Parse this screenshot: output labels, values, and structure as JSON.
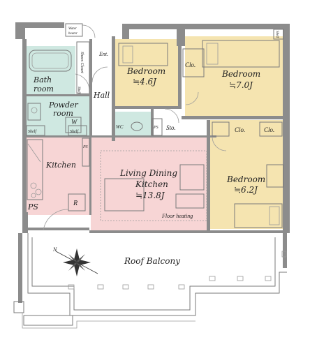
{
  "rooms": {
    "bedroom_1": {
      "name": "Bedroom",
      "size": "≒4.6J"
    },
    "bedroom_2": {
      "name": "Bedroom",
      "size": "≒7.0J"
    },
    "bedroom_3": {
      "name": "Bedroom",
      "size": "≒6.2J"
    },
    "ldk": {
      "name_line1": "Living Dining",
      "name_line2": "Kitchen",
      "size": "≒13.8J"
    },
    "bath": {
      "line1": "Bath",
      "line2": "room"
    },
    "powder": {
      "line1": "Powder",
      "line2": "room"
    },
    "kitchen": "Kitchen",
    "hall": "Hall",
    "roof_balcony": "Roof Balcony"
  },
  "fixtures": {
    "water_heater_1": "Water",
    "water_heater_2": "heater",
    "shoes_closet": "Shoes Closet",
    "ent": "Ent.",
    "shelf": "Shelf",
    "wc": "WC",
    "ps": "PS",
    "sto": "Sto.",
    "clo": "Clo.",
    "w": "W",
    "r": "R",
    "floor_heating": "Floor heating"
  },
  "colors": {
    "bedroom": "#f5e4b0",
    "ldk": "#f7d5d5",
    "wet": "#cfe8e1",
    "balcony": "#ffffff",
    "wall": "#8c8c8c"
  },
  "icons": {
    "compass": "compass-rose-icon"
  }
}
